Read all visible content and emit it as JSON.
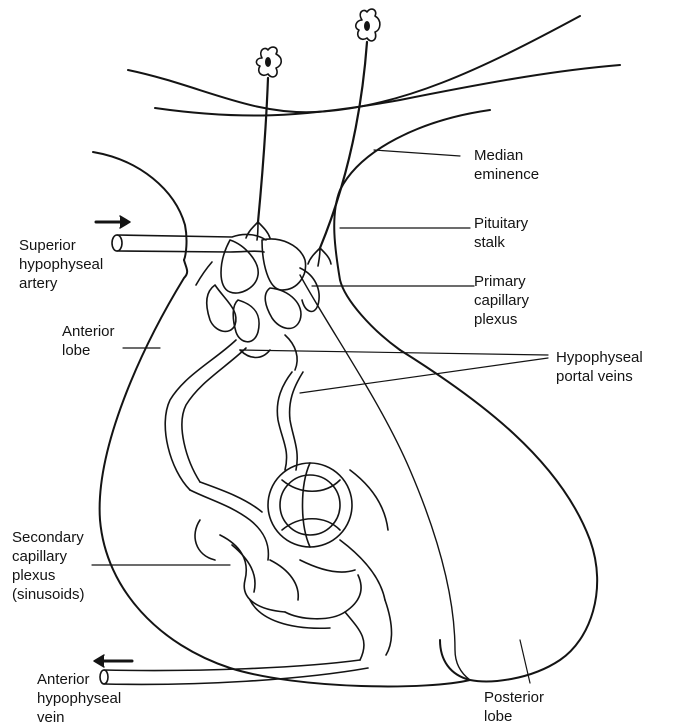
{
  "labels": {
    "median_eminence": [
      "Median",
      "eminence"
    ],
    "pituitary_stalk": [
      "Pituitary",
      "stalk"
    ],
    "superior_hypophyseal_artery": [
      "Superior",
      "hypophyseal",
      "artery"
    ],
    "primary_capillary_plexus": [
      "Primary",
      "capillary",
      "plexus"
    ],
    "anterior_lobe": [
      "Anterior",
      "lobe"
    ],
    "hypophyseal_portal_veins": [
      "Hypophyseal",
      "portal veins"
    ],
    "secondary_capillary_plexus": [
      "Secondary",
      "capillary",
      "plexus",
      "(sinusoids)"
    ],
    "anterior_hypophyseal_vein": [
      "Anterior",
      "hypophyseal",
      "vein"
    ],
    "posterior_lobe": [
      "Posterior",
      "lobe"
    ]
  },
  "colors": {
    "ink": "#141414",
    "background": "#ffffff"
  }
}
